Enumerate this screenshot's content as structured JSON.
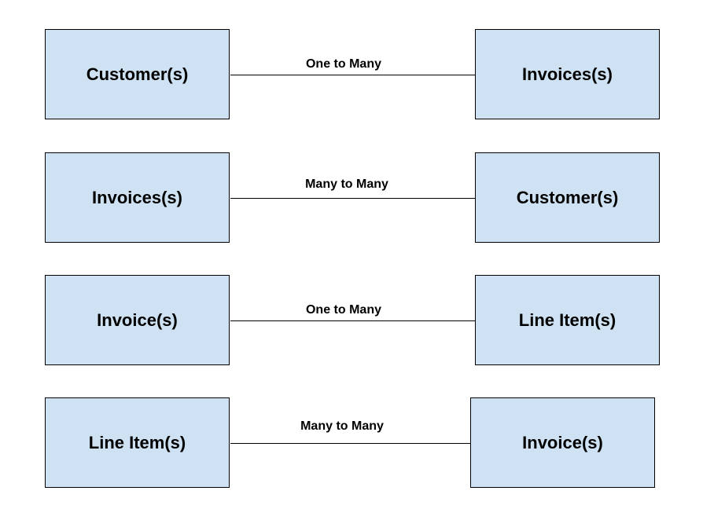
{
  "colors": {
    "box_fill": "#cfe2f3",
    "box_border": "#000000",
    "line": "#000000",
    "text": "#000000"
  },
  "relationships": [
    {
      "left": "Customer(s)",
      "label": "One to Many",
      "right": "Invoices(s)"
    },
    {
      "left": "Invoices(s)",
      "label": "Many to Many",
      "right": "Customer(s)"
    },
    {
      "left": "Invoice(s)",
      "label": "One to Many",
      "right": "Line Item(s)"
    },
    {
      "left": "Line Item(s)",
      "label": "Many to Many",
      "right": "Invoice(s)"
    }
  ]
}
